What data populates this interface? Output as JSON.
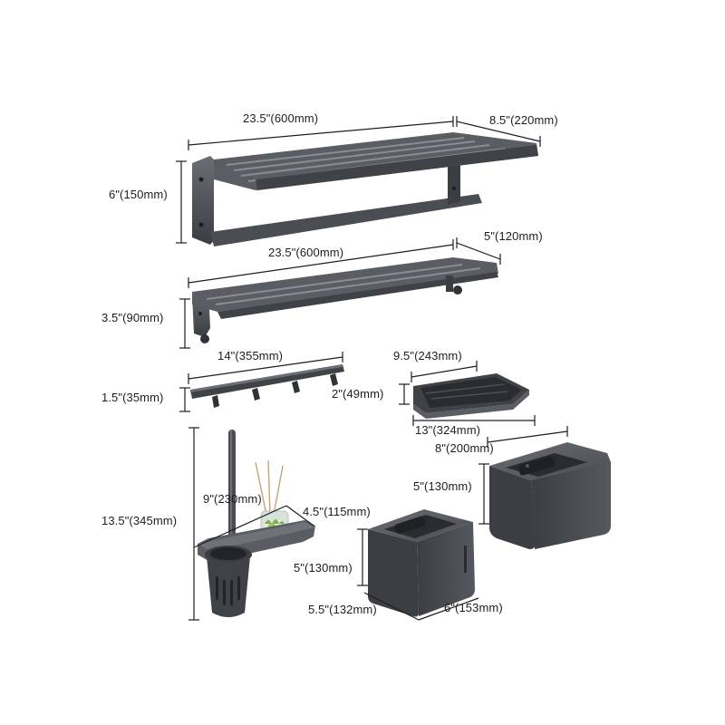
{
  "colors": {
    "background": "#ffffff",
    "metal": "#4a4d52",
    "metal_dark": "#2f3236",
    "metal_light": "#6b6f75",
    "dimension_line": "#1e1e1e",
    "glass": "#d8e2dc",
    "plant": "#7fb04a"
  },
  "products": [
    {
      "name": "double-towel-rack",
      "dimensions": {
        "length": "23.5\"(600mm)",
        "depth": "8.5\"(220mm)",
        "height": "6\"(150mm)"
      }
    },
    {
      "name": "single-towel-rack",
      "dimensions": {
        "length": "23.5\"(600mm)",
        "depth": "5\"(120mm)",
        "height": "3.5\"(90mm)"
      }
    },
    {
      "name": "hook-rail",
      "dimensions": {
        "length": "14\"(355mm)",
        "height": "1.5\"(35mm)"
      }
    },
    {
      "name": "corner-shelf",
      "dimensions": {
        "width": "9.5\"(243mm)",
        "height": "2\"(49mm)",
        "length": "13\"(324mm)"
      }
    },
    {
      "name": "toilet-brush-holder",
      "dimensions": {
        "height": "13.5\"(345mm)",
        "length": "9\"(230mm)",
        "width": "4.5\"(115mm)"
      }
    },
    {
      "name": "large-tissue-box",
      "dimensions": {
        "width": "8\"(200mm)",
        "height": "5\"(130mm)"
      }
    },
    {
      "name": "small-tissue-box",
      "dimensions": {
        "height": "5\"(130mm)",
        "depth": "5.5\"(132mm)",
        "width": "6\"(153mm)"
      }
    }
  ]
}
